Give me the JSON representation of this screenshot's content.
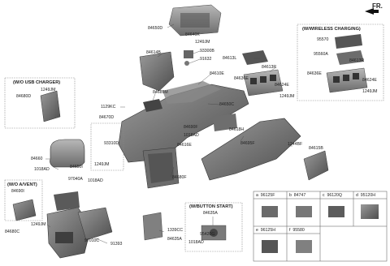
{
  "header": {
    "direction": "FR."
  },
  "boxes": {
    "wireless": "(W/WIRELESS CHARGING)",
    "usb": "(W/O USB CHARGER)",
    "avent": "(W/O A/VENT)",
    "button": "(W/BUTTON START)"
  },
  "labels": {
    "p84650D": "84650D",
    "p84640K": "84640K",
    "p1249JM_a": "1249JM",
    "p93300B": "93300B",
    "p91632": "91632",
    "p84614B": "84614B",
    "p84613L": "84613L",
    "p84613R": "84613R",
    "p84636E": "84636E",
    "p84624E": "84624E",
    "p1249JM_b": "1249JM",
    "p84610E": "84610E",
    "p1129KC": "1129KC",
    "p84685M": "84685M",
    "p84650C": "84650C",
    "p84670D": "84670D",
    "p84690F": "84690F",
    "p1018AD_a": "1018AD",
    "p84618H": "84618H",
    "p84616E": "84616E",
    "p84695F": "84695F",
    "p93310D": "93310D",
    "p1249JM_c": "1249JM",
    "p84680F": "84680F",
    "p1244BF": "1244BF",
    "p84615B": "84615B",
    "p84660": "84660",
    "p1018AD_b": "1018AD",
    "p84650I": "84650I",
    "p97040A": "97040A",
    "p1018AD_c": "1018AD",
    "p84680D": "84680D",
    "p1249JM_d": "1249JM",
    "p84690I": "84690I",
    "p1249JM_e": "1249JM",
    "p84680C": "84680C",
    "p97010C": "97010C",
    "p91393": "91393",
    "p1339CC": "1339CC",
    "p84635A_a": "84635A",
    "p84635A_b": "84635A",
    "p95420G": "95420G",
    "p1018AD_d": "1018AD",
    "w95570": "95570",
    "w95560A": "95560A",
    "w84613R": "84613R",
    "w84636E": "84636E",
    "w84624E": "84624E",
    "w1249JM": "1249JM"
  },
  "legend": [
    {
      "key": "a",
      "part": "96125F"
    },
    {
      "key": "b",
      "part": "84747"
    },
    {
      "key": "c",
      "part": "96120Q"
    },
    {
      "key": "d",
      "part": "95120H"
    },
    {
      "key": "e",
      "part": "96125H"
    },
    {
      "key": "f",
      "part": "95580"
    }
  ]
}
